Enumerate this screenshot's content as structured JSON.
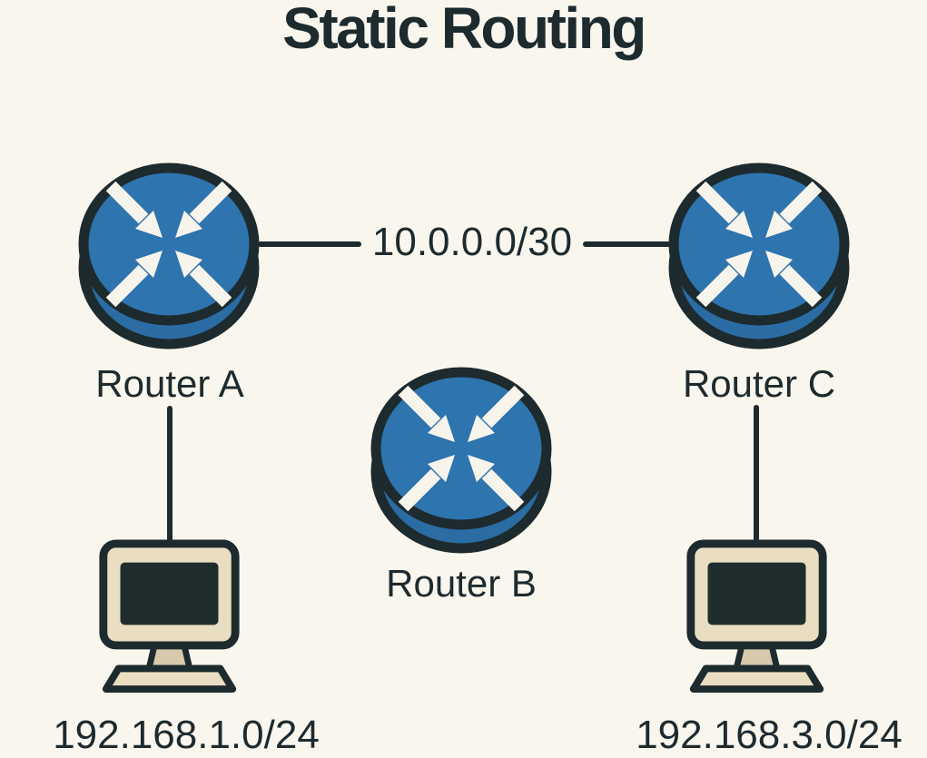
{
  "title": "Static Routing",
  "colors": {
    "background": "#f9f6ee",
    "ink": "#1d2a2e",
    "router_blue": "#2e74ae",
    "router_blue_dark": "#2b6ca4",
    "arrow_white": "#f7f4ec",
    "monitor_cream": "#eadec2",
    "stand_tan": "#d7c9ac",
    "screen_dark": "#202d2e"
  },
  "nodes": {
    "router_a": {
      "label": "Router A",
      "type": "router"
    },
    "router_b": {
      "label": "Router B",
      "type": "router"
    },
    "router_c": {
      "label": "Router C",
      "type": "router"
    },
    "pc_left": {
      "type": "computer",
      "network": "192.168.1.0/24"
    },
    "pc_right": {
      "type": "computer",
      "network": "192.168.3.0/24"
    }
  },
  "links": {
    "a_to_c": {
      "from": "Router A",
      "to": "Router C",
      "label": "10.0.0.0/30"
    },
    "a_to_pc": {
      "from": "Router A",
      "to": "left computer"
    },
    "c_to_pc": {
      "from": "Router C",
      "to": "right computer"
    }
  }
}
